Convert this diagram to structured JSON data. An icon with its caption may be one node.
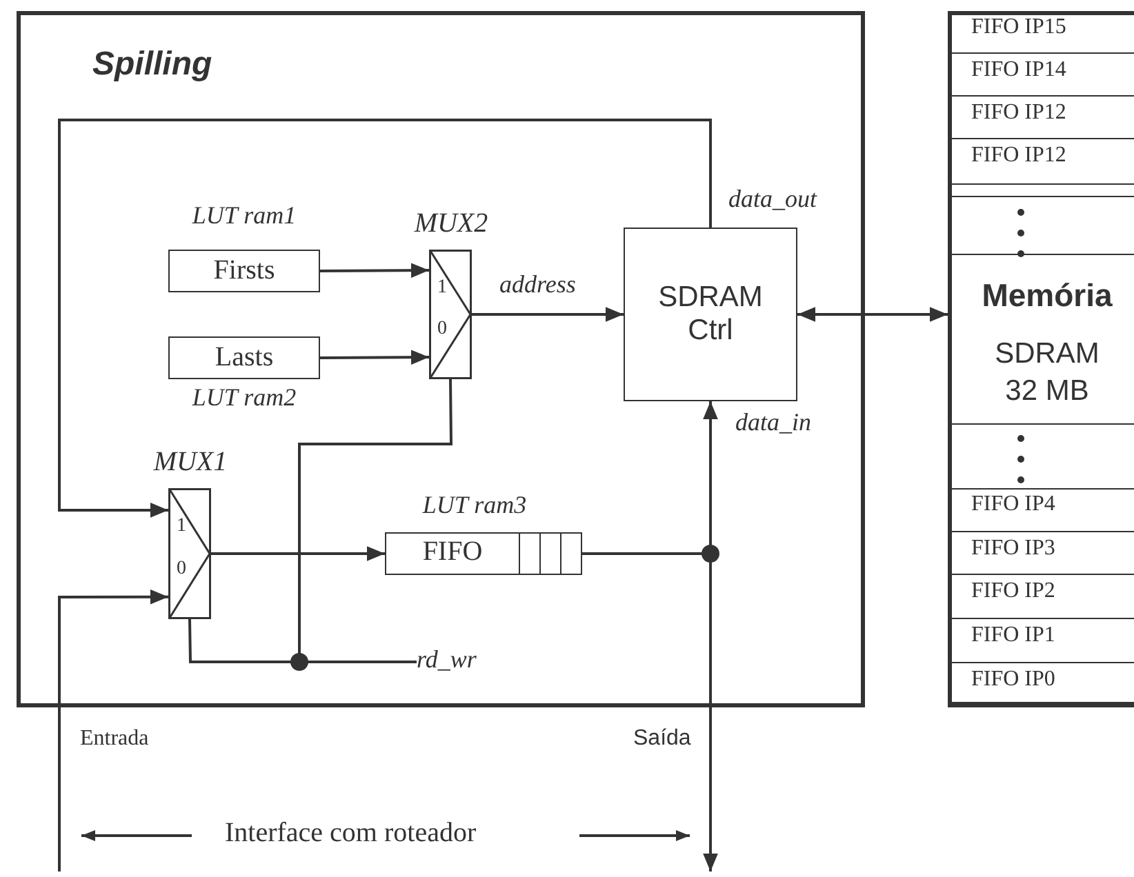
{
  "diagram": {
    "nodes": [
      {
        "text": [
          "Spilling"
        ]
      },
      {
        "text": [
          "Firsts"
        ],
        "in": 0,
        "beside": [
          "LUT ram1"
        ]
      },
      {
        "text": [
          "MUX2",
          "1",
          "0"
        ],
        "in": 0
      },
      {
        "text": [
          "SDRAM Ctrl"
        ],
        "in": 0
      },
      {
        "text": [
          "Lasts"
        ],
        "in": 0,
        "beside": [
          "LUT ram2"
        ]
      },
      {
        "text": [
          "MUX1",
          "1",
          "0"
        ],
        "in": 0
      },
      {
        "text": [
          "FIFO"
        ],
        "in": 0,
        "beside": [
          "LUT ram3"
        ]
      },
      {
        "text": [
          "rd_wr"
        ],
        "in": 0
      },
      {
        "text": [
          "Memória",
          "SDRAM 32 MB"
        ]
      },
      {
        "text": [
          "FIFO IP15"
        ],
        "in": 8
      },
      {
        "text": [
          "FIFO IP14"
        ],
        "in": 8
      },
      {
        "text": [
          "FIFO IP12"
        ],
        "in": 8
      },
      {
        "text": [
          "FIFO IP12"
        ],
        "in": 8
      },
      {
        "text": [
          "FIFO IP4"
        ],
        "in": 8
      },
      {
        "text": [
          "FIFO IP3"
        ],
        "in": 8
      },
      {
        "text": [
          "FIFO IP2"
        ],
        "in": 8
      },
      {
        "text": [
          "FIFO IP1"
        ],
        "in": 8
      },
      {
        "text": [
          "FIFO IP0"
        ],
        "in": 8
      }
    ],
    "edges": [
      {
        "from": 1,
        "to": 2,
        "arrow": "to"
      },
      {
        "from": 4,
        "to": 2,
        "arrow": "to"
      },
      {
        "from": 2,
        "to": 3,
        "arrow": "to",
        "label": "address"
      },
      {
        "from": 3,
        "to": 8,
        "arrow": "both"
      },
      {
        "from": 3,
        "to": 5,
        "arrow": "to",
        "label": "data_out"
      },
      {
        "from": null,
        "to": 5,
        "arrow": "to",
        "label": "Entrada"
      },
      {
        "from": 5,
        "to": 6,
        "arrow": "to"
      },
      {
        "from": 6,
        "to": 3,
        "arrow": "to",
        "label": "data_in"
      },
      {
        "from": 6,
        "to": null,
        "arrow": "to",
        "label": "Saída"
      },
      {
        "from": 7,
        "to": 5,
        "arrow": "none"
      },
      {
        "from": 7,
        "to": 2,
        "arrow": "none"
      }
    ],
    "labels": [
      "Interface com roteador"
    ]
  }
}
